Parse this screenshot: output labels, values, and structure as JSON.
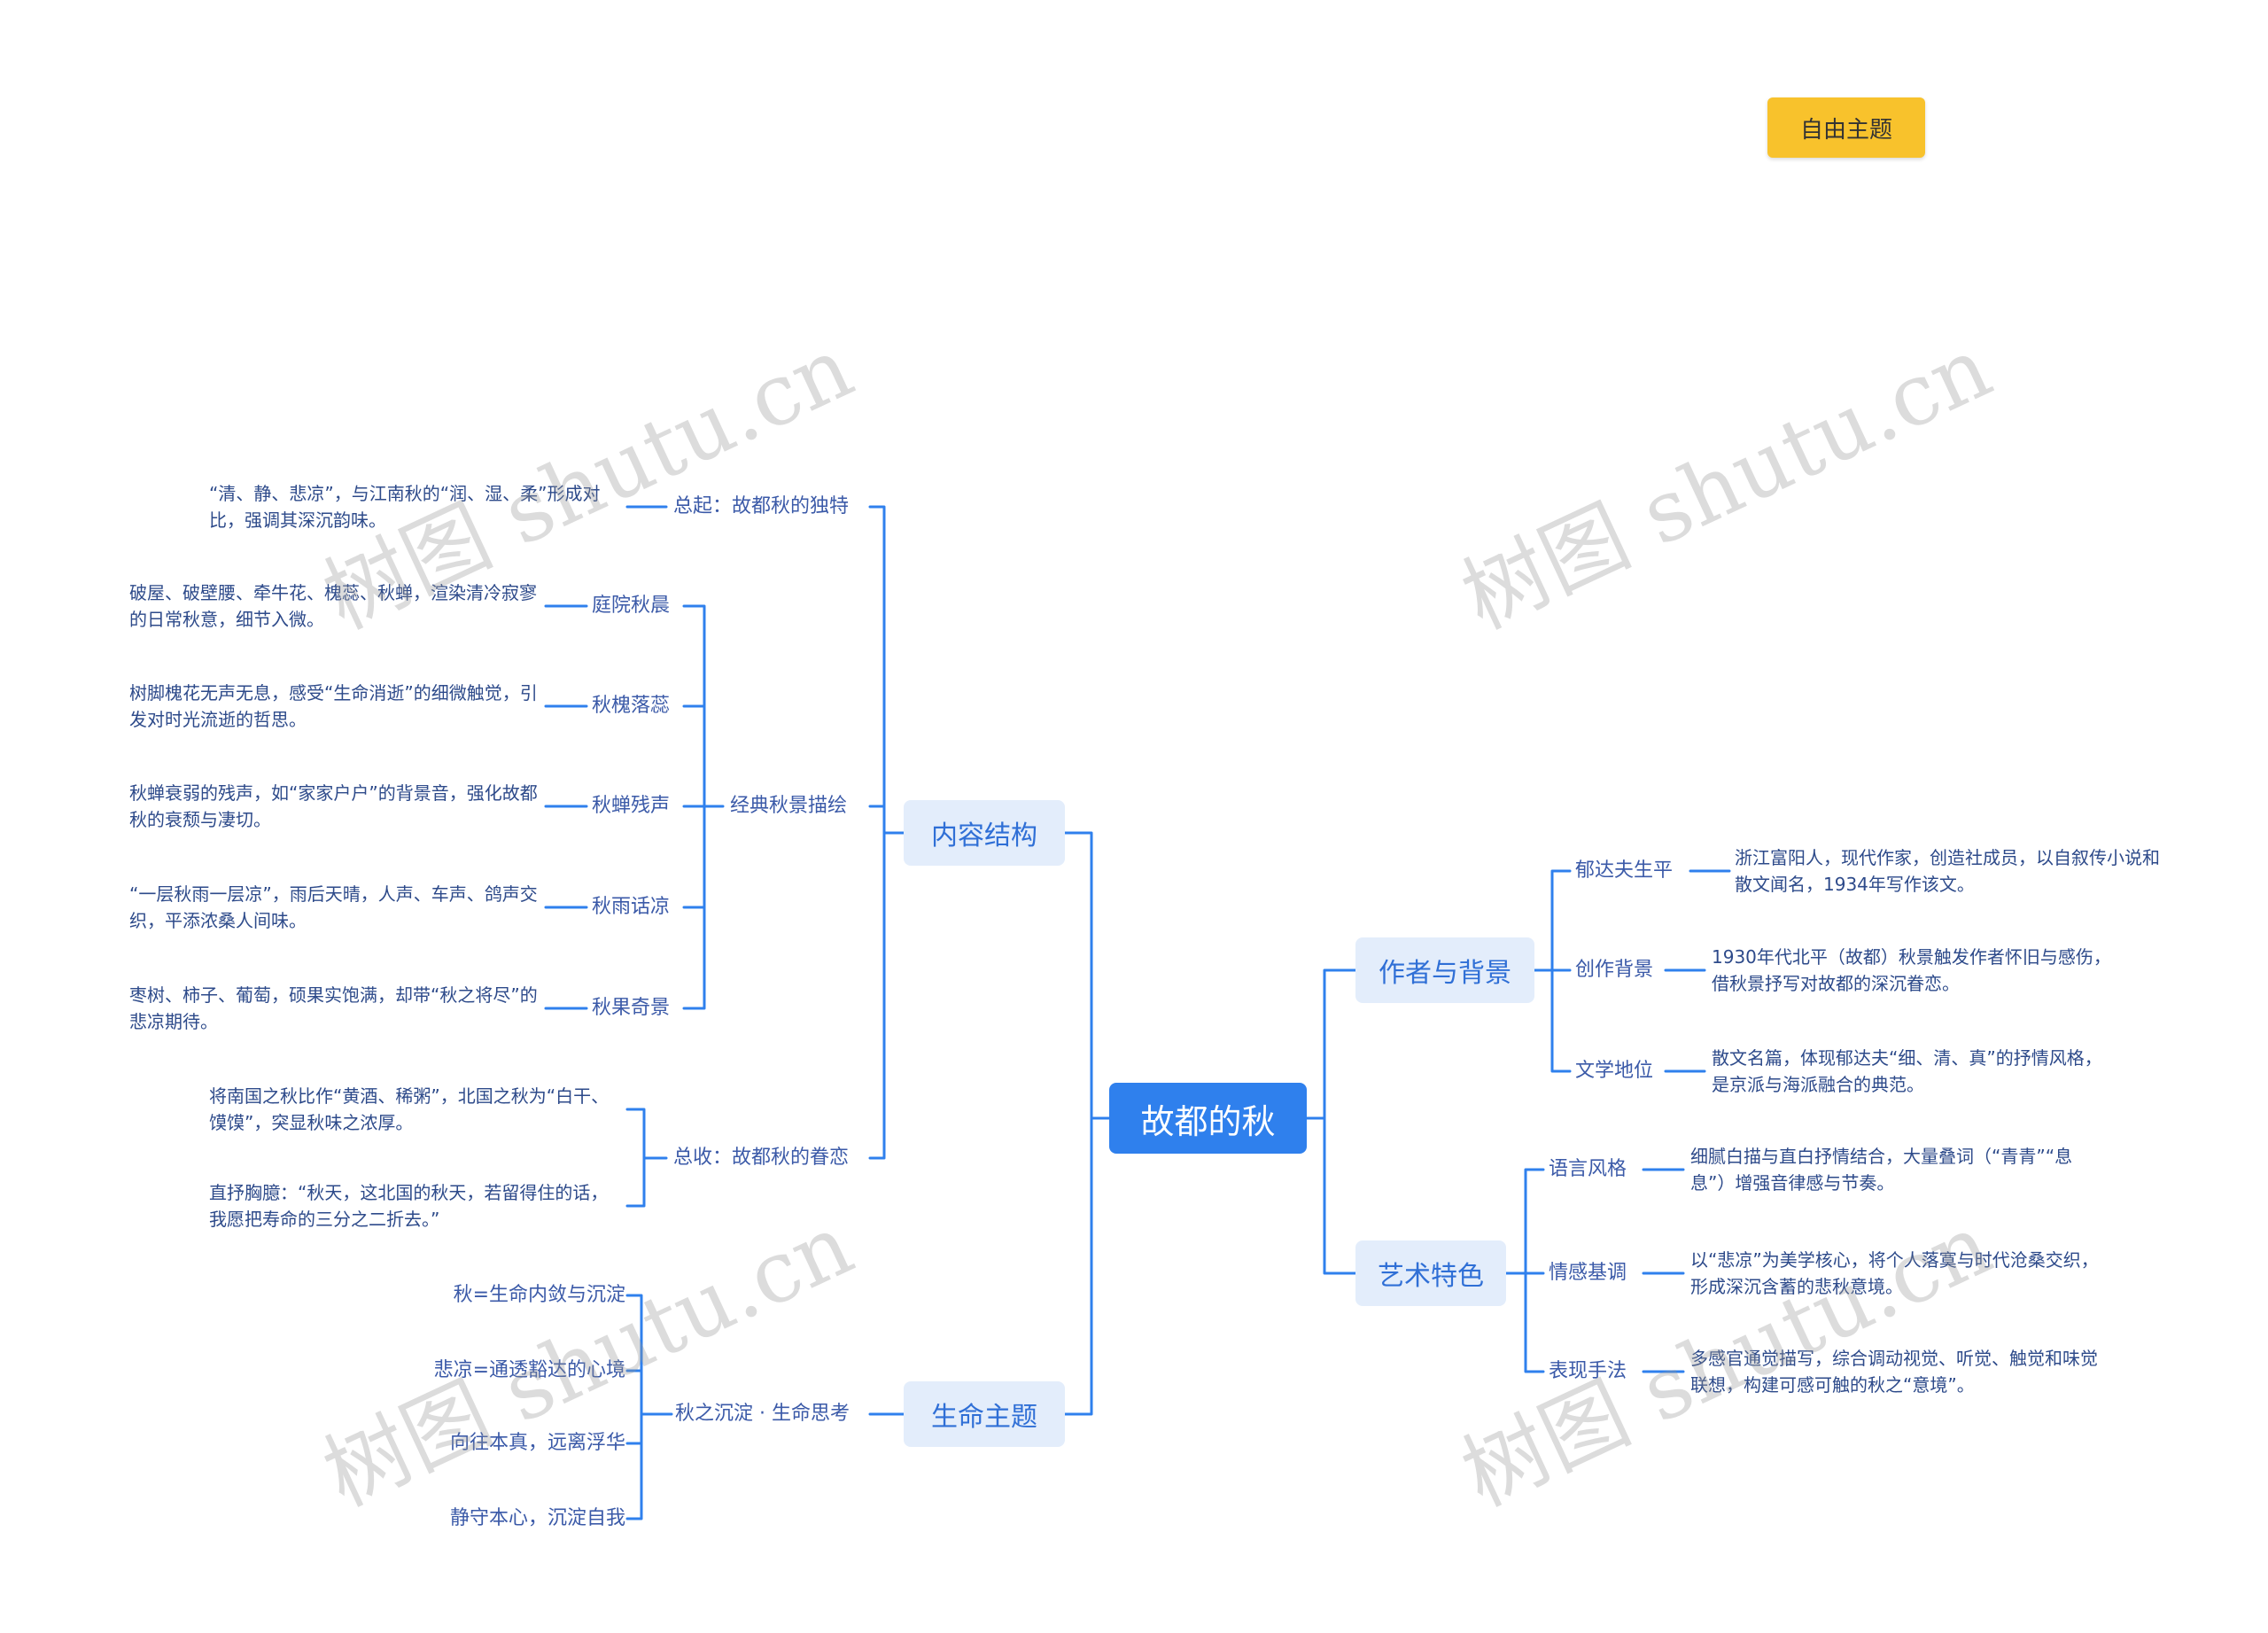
{
  "free_topic": "自由主题",
  "watermark": "树图 shutu.cn",
  "colors": {
    "root": "#2f80ed",
    "branch_bg": "#e3edfb",
    "line": "#2f80ed",
    "free_topic": "#f8c22c"
  },
  "root": "故都的秋",
  "left": {
    "content": {
      "label": "内容结构",
      "opening": {
        "label": "总起：故都秋的独特",
        "note": "“清、静、悲凉”，与江南秋的“润、湿、柔”形成对比，强调其深沉韵味。"
      },
      "scenes": {
        "label": "经典秋景描绘",
        "items": [
          {
            "label": "庭院秋晨",
            "note": "破屋、破壁腰、牵牛花、槐蕊、秋蝉，渲染清冷寂寥的日常秋意，细节入微。"
          },
          {
            "label": "秋槐落蕊",
            "note": "树脚槐花无声无息，感受“生命消逝”的细微触觉，引发对时光流逝的哲思。"
          },
          {
            "label": "秋蝉残声",
            "note": "秋蝉衰弱的残声，如“家家户户”的背景音，强化故都秋的衰颓与凄切。"
          },
          {
            "label": "秋雨话凉",
            "note": "“一层秋雨一层凉”，雨后天晴，人声、车声、鸽声交织，平添浓桑人间味。"
          },
          {
            "label": "秋果奇景",
            "note": "枣树、柿子、葡萄，硕果实饱满，却带“秋之将尽”的悲凉期待。"
          }
        ]
      },
      "closing": {
        "label": "总收：故都秋的眷恋",
        "notes": [
          "将南国之秋比作“黄酒、稀粥”，北国之秋为“白干、馍馍”，突显秋味之浓厚。",
          "直抒胸臆：“秋天，这北国的秋天，若留得住的话，我愿把寿命的三分之二折去。”"
        ]
      }
    },
    "life": {
      "label": "生命主题",
      "sub": {
        "label": "秋之沉淀 · 生命思考",
        "items": [
          "秋=生命内敛与沉淀",
          "悲凉=通透豁达的心境",
          "向往本真，远离浮华",
          "静守本心，沉淀自我"
        ]
      }
    }
  },
  "right": {
    "author": {
      "label": "作者与背景",
      "items": [
        {
          "label": "郁达夫生平",
          "note": "浙江富阳人，现代作家，创造社成员，以自叙传小说和散文闻名，1934年写作该文。"
        },
        {
          "label": "创作背景",
          "note": "1930年代北平（故都）秋景触发作者怀旧与感伤，借秋景抒写对故都的深沉眷恋。"
        },
        {
          "label": "文学地位",
          "note": "散文名篇，体现郁达夫“细、清、真”的抒情风格，是京派与海派融合的典范。"
        }
      ]
    },
    "art": {
      "label": "艺术特色",
      "items": [
        {
          "label": "语言风格",
          "note": "细腻白描与直白抒情结合，大量叠词（“青青”“息息”）增强音律感与节奏。"
        },
        {
          "label": "情感基调",
          "note": "以“悲凉”为美学核心，将个人落寞与时代沧桑交织，形成深沉含蓄的悲秋意境。"
        },
        {
          "label": "表现手法",
          "note": "多感官通觉描写，综合调动视觉、听觉、触觉和味觉联想，构建可感可触的秋之“意境”。"
        }
      ]
    }
  }
}
